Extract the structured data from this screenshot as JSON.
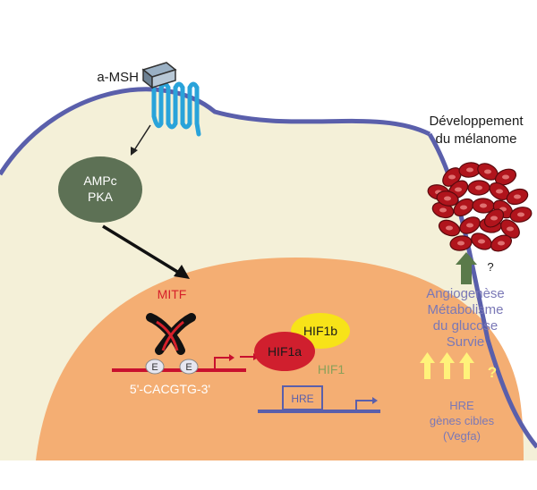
{
  "ligand": {
    "label": "a-MSH",
    "icon": "receptor-ligand-box-icon"
  },
  "second_messenger": {
    "line1": "AMPc",
    "line2": "PKA"
  },
  "transcription_factor": {
    "label": "MITF"
  },
  "ebox": {
    "site_label": "E",
    "sequence": "5'-CACGTG-3'"
  },
  "hif": {
    "alpha": "HIF1a",
    "beta": "HIF1b",
    "complex": "HIF1"
  },
  "hre_box": {
    "label": "HRE"
  },
  "outcome": {
    "title_line1": "Développement",
    "title_line2": "du mélanome",
    "question_mark": "?",
    "effects": [
      "Angiogenèse",
      "Métabolisme",
      "du glucose",
      "Survie"
    ],
    "target_genes": [
      "HRE",
      "gènes cibles",
      "(Vegfa)"
    ],
    "yellow_question": "?"
  },
  "colors": {
    "cell_background": "#f4f0d8",
    "nucleus": "#f4ae73",
    "membrane": "#5a5fab",
    "receptor": "#29a3da",
    "ampc_pka": "#5d7155",
    "mitf_label": "#d6202a",
    "hif1a": "#d01f2e",
    "hif1b": "#f7e318",
    "hif1_label": "#8aa05a",
    "dna_red": "#c8102e",
    "dna_blue": "#5a5fab",
    "green_arrow": "#5a7a4a",
    "yellow_arrow": "#fff27a",
    "outcome_text": "#7a78b6",
    "tumor": "#b0141c"
  }
}
